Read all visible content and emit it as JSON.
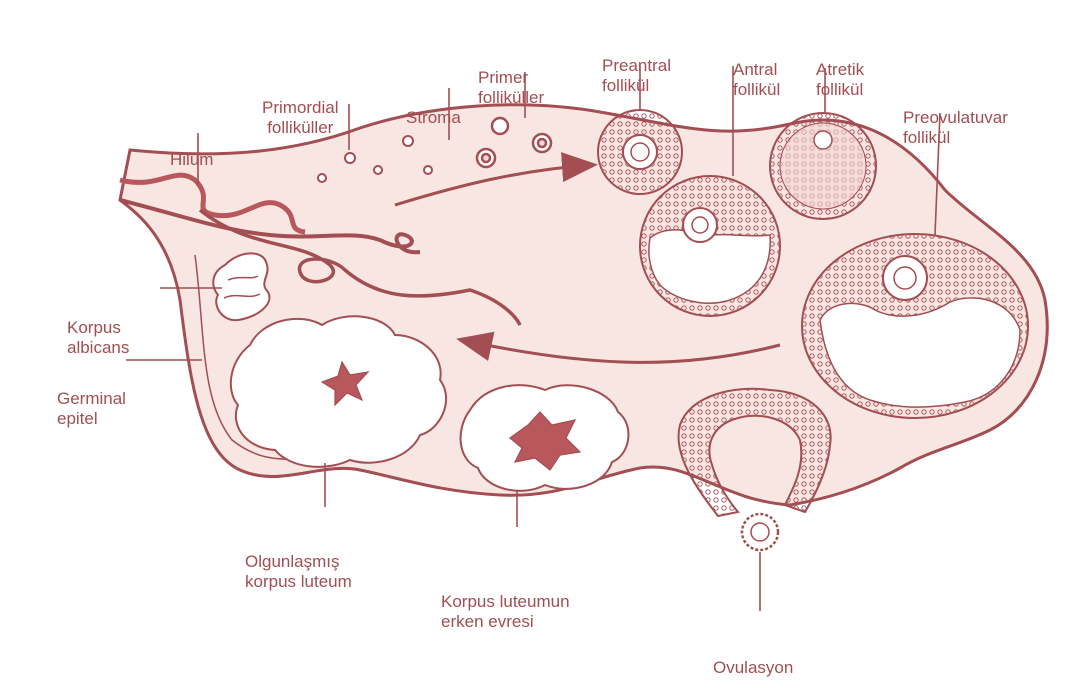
{
  "colors": {
    "ink": "#a24e52",
    "ovary_fill": "#f7e6e2",
    "lumen_fill": "#ffffff",
    "cell_fill": "#f4d6d2",
    "corpus_core": "#b8585d"
  },
  "labels": {
    "hilum": [
      "Hilum"
    ],
    "primordial": [
      "Primordial",
      "folliküller"
    ],
    "stroma": [
      "Stroma"
    ],
    "primer": [
      "Primer",
      "folliküller"
    ],
    "preantral": [
      "Preantral",
      "follikül"
    ],
    "antral": [
      "Antral",
      "follikül"
    ],
    "atretik": [
      "Atretik",
      "follikül"
    ],
    "preovulatuvar": [
      "Preovulatuvar",
      "follikül"
    ],
    "korpus_albicans": [
      "Korpus",
      "albicans"
    ],
    "germinal": [
      "Germinal",
      "epitel"
    ],
    "olgun": [
      "Olgunlaşmış",
      "korpus luteum"
    ],
    "erken": [
      "Korpus luteumun",
      "erken evresi"
    ],
    "ovulasyon": [
      "Ovulasyon"
    ]
  }
}
